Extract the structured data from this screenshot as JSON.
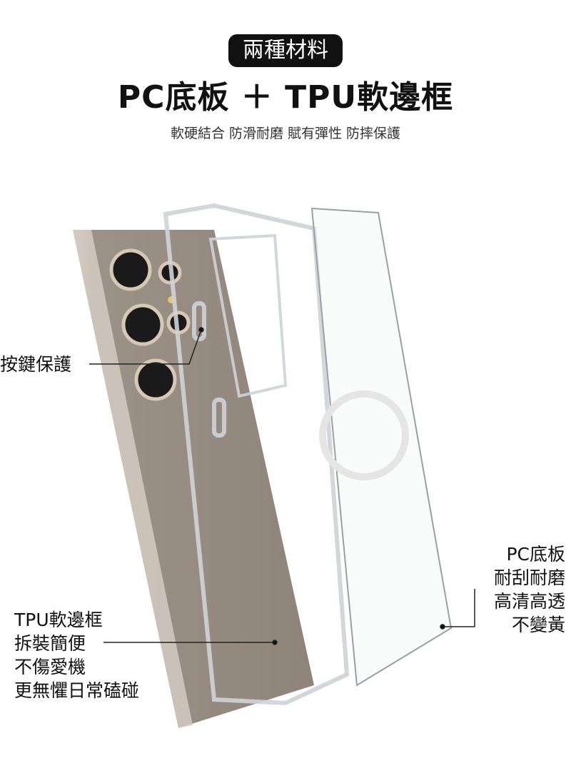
{
  "header": {
    "badge": "兩種材料",
    "title": "PC底板 ＋ TPU軟邊框",
    "subtitle": "軟硬結合 防滑耐磨 賦有彈性 防摔保護"
  },
  "callouts": {
    "buttons": "按鍵保護",
    "pc_back": [
      "PC底板",
      "耐刮耐磨",
      "高清高透",
      "不變黃"
    ],
    "tpu_frame": [
      "TPU軟邊框",
      "拆裝簡便",
      "不傷愛機",
      "更無懼日常磕碰"
    ]
  },
  "colors": {
    "accent": "#111111",
    "phone": "#a79c91"
  }
}
